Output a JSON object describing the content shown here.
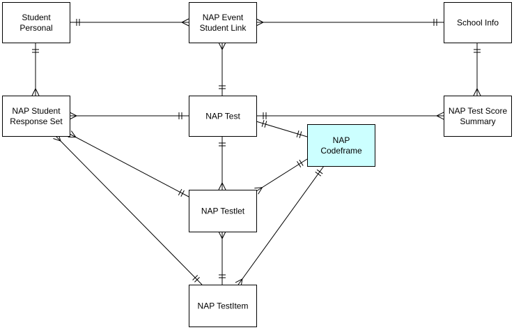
{
  "colors": {
    "entity_fill": "#ffffff",
    "highlight_fill": "#ccffff",
    "line": "#000000"
  },
  "entities": {
    "student_personal": {
      "lines": [
        "Student",
        "Personal"
      ],
      "highlight": false
    },
    "nap_event_student_link": {
      "lines": [
        "NAP Event",
        "Student Link"
      ],
      "highlight": false
    },
    "school_info": {
      "lines": [
        "School Info"
      ],
      "highlight": false
    },
    "nap_student_response_set": {
      "lines": [
        "NAP Student",
        "Response Set"
      ],
      "highlight": false
    },
    "nap_test": {
      "lines": [
        "NAP Test"
      ],
      "highlight": false
    },
    "nap_test_score_summary": {
      "lines": [
        "NAP Test Score",
        "Summary"
      ],
      "highlight": false
    },
    "nap_codeframe": {
      "lines": [
        "NAP",
        "Codeframe"
      ],
      "highlight": true
    },
    "nap_testlet": {
      "lines": [
        "NAP Testlet"
      ],
      "highlight": false
    },
    "nap_testitem": {
      "lines": [
        "NAP TestItem"
      ],
      "highlight": false
    }
  },
  "relationships": [
    {
      "from": "student_personal",
      "to": "nap_event_student_link",
      "from_end": "one",
      "to_end": "many"
    },
    {
      "from": "school_info",
      "to": "nap_event_student_link",
      "from_end": "one",
      "to_end": "many"
    },
    {
      "from": "student_personal",
      "to": "nap_student_response_set",
      "from_end": "one",
      "to_end": "many"
    },
    {
      "from": "nap_test",
      "to": "nap_event_student_link",
      "from_end": "one",
      "to_end": "many"
    },
    {
      "from": "school_info",
      "to": "nap_test_score_summary",
      "from_end": "one",
      "to_end": "many"
    },
    {
      "from": "nap_test",
      "to": "nap_student_response_set",
      "from_end": "one",
      "to_end": "many"
    },
    {
      "from": "nap_test",
      "to": "nap_test_score_summary",
      "from_end": "one",
      "to_end": "many"
    },
    {
      "from": "nap_test",
      "to": "nap_codeframe",
      "from_end": "one",
      "to_end": "one"
    },
    {
      "from": "nap_test",
      "to": "nap_testlet",
      "from_end": "one",
      "to_end": "many"
    },
    {
      "from": "nap_codeframe",
      "to": "nap_testlet",
      "from_end": "one",
      "to_end": "many"
    },
    {
      "from": "nap_testlet",
      "to": "nap_student_response_set",
      "from_end": "one",
      "to_end": "many"
    },
    {
      "from": "nap_testitem",
      "to": "nap_student_response_set",
      "from_end": "one",
      "to_end": "many"
    },
    {
      "from": "nap_testitem",
      "to": "nap_testlet",
      "from_end": "one",
      "to_end": "many"
    },
    {
      "from": "nap_codeframe",
      "to": "nap_testitem",
      "from_end": "one",
      "to_end": "many"
    }
  ]
}
